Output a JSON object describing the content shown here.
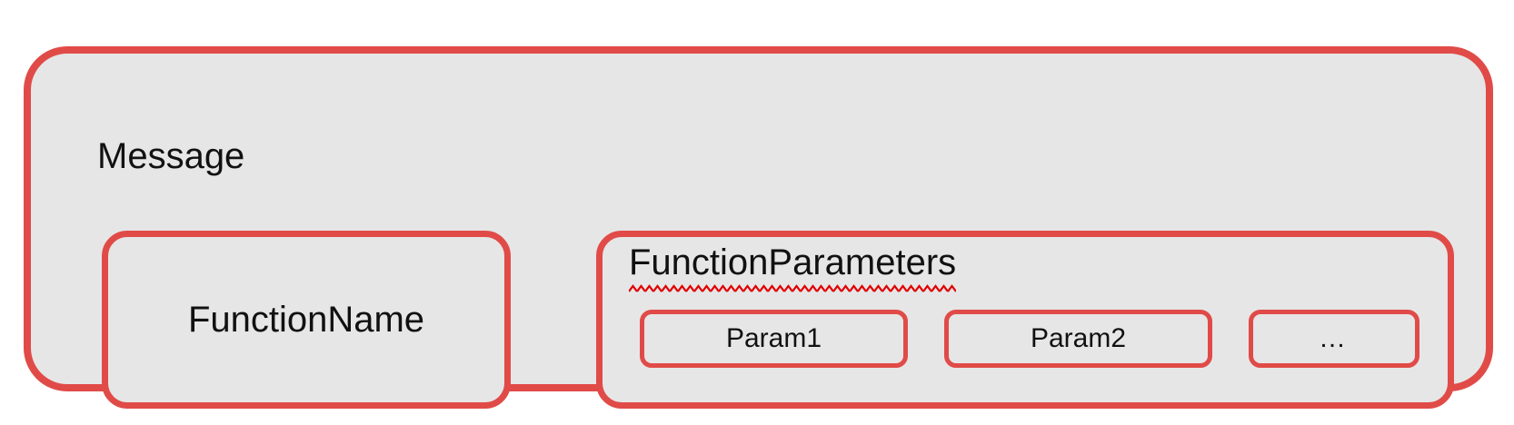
{
  "colors": {
    "background": "#ffffff",
    "box_fill": "#e6e6e6",
    "border": "#e04b48",
    "squiggle": "#e00000",
    "text": "#111111"
  },
  "diagram": {
    "message": {
      "label": "Message"
    },
    "function_name": {
      "label": "FunctionName"
    },
    "function_parameters": {
      "label": "FunctionParameters",
      "params": [
        {
          "label": "Param1"
        },
        {
          "label": "Param2"
        },
        {
          "label": "…"
        }
      ]
    }
  }
}
